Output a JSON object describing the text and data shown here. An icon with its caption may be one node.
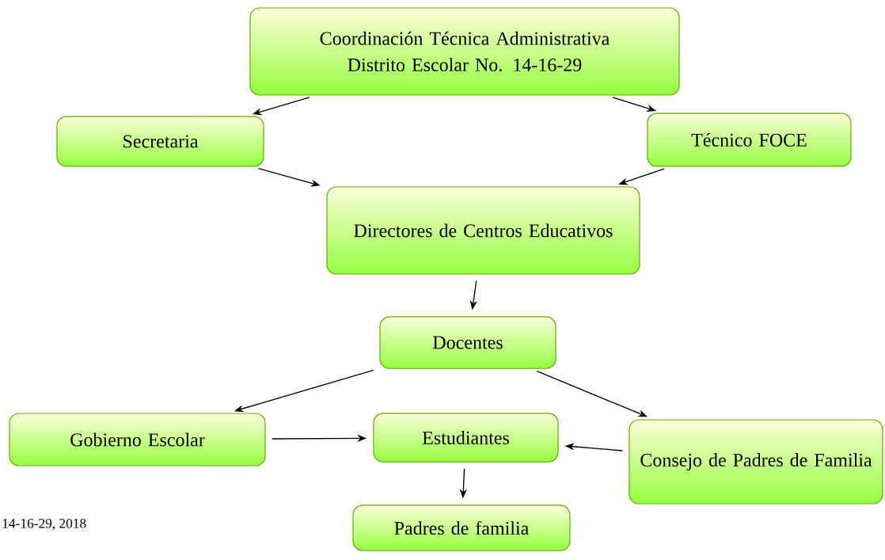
{
  "diagram": {
    "nodes": [
      {
        "text": [
          "Coordinación Técnica Administrativa Distrito Escolar No. 14-16-29"
        ]
      },
      {
        "text": [
          "Secretaria"
        ]
      },
      {
        "text": [
          "Técnico FOCE"
        ]
      },
      {
        "text": [
          "Directores de Centros Educativos"
        ]
      },
      {
        "text": [
          "Docentes"
        ]
      },
      {
        "text": [
          "Gobierno Escolar"
        ]
      },
      {
        "text": [
          "Estudiantes"
        ]
      },
      {
        "text": [
          "Consejo de Padres de Familia"
        ]
      },
      {
        "text": [
          "Padres de familia"
        ]
      }
    ],
    "edges": [
      {
        "from": 0,
        "to": 1,
        "arrow": "to"
      },
      {
        "from": 0,
        "to": 2,
        "arrow": "to"
      },
      {
        "from": 1,
        "to": 3,
        "arrow": "to"
      },
      {
        "from": 2,
        "to": 3,
        "arrow": "to"
      },
      {
        "from": 3,
        "to": 4,
        "arrow": "to"
      },
      {
        "from": 4,
        "to": 5,
        "arrow": "to"
      },
      {
        "from": 4,
        "to": 7,
        "arrow": "to"
      },
      {
        "from": 5,
        "to": 6,
        "arrow": "to"
      },
      {
        "from": 7,
        "to": 6,
        "arrow": "to"
      },
      {
        "from": 6,
        "to": 8,
        "arrow": "to"
      }
    ],
    "labels": [
      "14-16-29, 2018"
    ]
  }
}
